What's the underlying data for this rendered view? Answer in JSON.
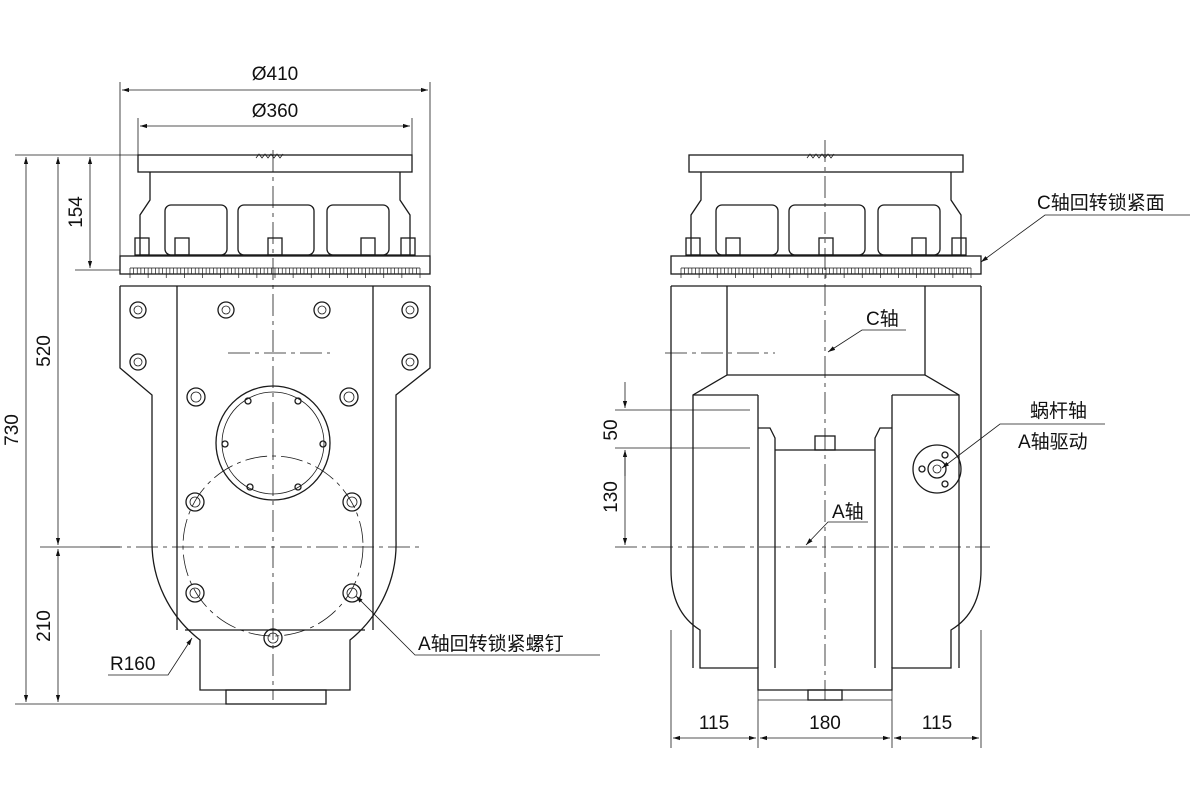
{
  "left_view": {
    "dims": {
      "d410": "Ø410",
      "d360": "Ø360",
      "h154": "154",
      "h520": "520",
      "h730": "730",
      "h210": "210",
      "r160": "R160"
    },
    "callouts": {
      "a_lock_screw": "A轴回转锁紧螺钉"
    }
  },
  "right_view": {
    "dims": {
      "h50": "50",
      "h130": "130",
      "w115_left": "115",
      "w180": "180",
      "w115_right": "115"
    },
    "callouts": {
      "c_lock_face": "C轴回转锁紧面",
      "c_axis": "C轴",
      "a_axis": "A轴",
      "worm_line1": "蜗杆轴",
      "worm_line2": "A轴驱动"
    }
  },
  "colors": {
    "line": "#1a1a1a",
    "background": "#ffffff"
  }
}
